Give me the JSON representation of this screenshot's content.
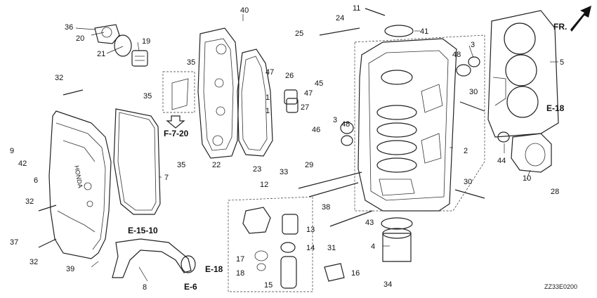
{
  "diagram": {
    "parts": [
      {
        "id": "p1",
        "label": "1"
      },
      {
        "id": "p1b",
        "label": "1"
      },
      {
        "id": "p2",
        "label": "2"
      },
      {
        "id": "p3",
        "label": "3"
      },
      {
        "id": "p3b",
        "label": "3"
      },
      {
        "id": "p4",
        "label": "4"
      },
      {
        "id": "p5",
        "label": "5"
      },
      {
        "id": "p6",
        "label": "6"
      },
      {
        "id": "p7",
        "label": "7"
      },
      {
        "id": "p8",
        "label": "8"
      },
      {
        "id": "p9",
        "label": "9"
      },
      {
        "id": "p10",
        "label": "10"
      },
      {
        "id": "p11",
        "label": "11"
      },
      {
        "id": "p12",
        "label": "12"
      },
      {
        "id": "p13",
        "label": "13"
      },
      {
        "id": "p14",
        "label": "14"
      },
      {
        "id": "p15",
        "label": "15"
      },
      {
        "id": "p16",
        "label": "16"
      },
      {
        "id": "p17",
        "label": "17"
      },
      {
        "id": "p18",
        "label": "18"
      },
      {
        "id": "p19",
        "label": "19"
      },
      {
        "id": "p20",
        "label": "20"
      },
      {
        "id": "p21",
        "label": "21"
      },
      {
        "id": "p22",
        "label": "22"
      },
      {
        "id": "p23",
        "label": "23"
      },
      {
        "id": "p24",
        "label": "24"
      },
      {
        "id": "p25",
        "label": "25"
      },
      {
        "id": "p26",
        "label": "26"
      },
      {
        "id": "p27",
        "label": "27"
      },
      {
        "id": "p28",
        "label": "28"
      },
      {
        "id": "p29",
        "label": "29"
      },
      {
        "id": "p30",
        "label": "30"
      },
      {
        "id": "p30b",
        "label": "30"
      },
      {
        "id": "p31",
        "label": "31"
      },
      {
        "id": "p32a",
        "label": "32"
      },
      {
        "id": "p32b",
        "label": "32"
      },
      {
        "id": "p32c",
        "label": "32"
      },
      {
        "id": "p33",
        "label": "33"
      },
      {
        "id": "p34",
        "label": "34"
      },
      {
        "id": "p35a",
        "label": "35"
      },
      {
        "id": "p35b",
        "label": "35"
      },
      {
        "id": "p35c",
        "label": "35"
      },
      {
        "id": "p36",
        "label": "36"
      },
      {
        "id": "p37",
        "label": "37"
      },
      {
        "id": "p38",
        "label": "38"
      },
      {
        "id": "p39",
        "label": "39"
      },
      {
        "id": "p40",
        "label": "40"
      },
      {
        "id": "p41",
        "label": "41"
      },
      {
        "id": "p42",
        "label": "42"
      },
      {
        "id": "p43",
        "label": "43"
      },
      {
        "id": "p44",
        "label": "44"
      },
      {
        "id": "p45",
        "label": "45"
      },
      {
        "id": "p46",
        "label": "46"
      },
      {
        "id": "p47a",
        "label": "47"
      },
      {
        "id": "p47b",
        "label": "47"
      },
      {
        "id": "p48a",
        "label": "48"
      },
      {
        "id": "p48b",
        "label": "48"
      }
    ],
    "refs": {
      "f720": "F-7-20",
      "e18a": "E-18",
      "e18b": "E-18",
      "e1510": "E-15-10",
      "e6": "E-6"
    },
    "direction": "FR.",
    "code": "ZZ33E0200",
    "brand": "HONDA"
  }
}
